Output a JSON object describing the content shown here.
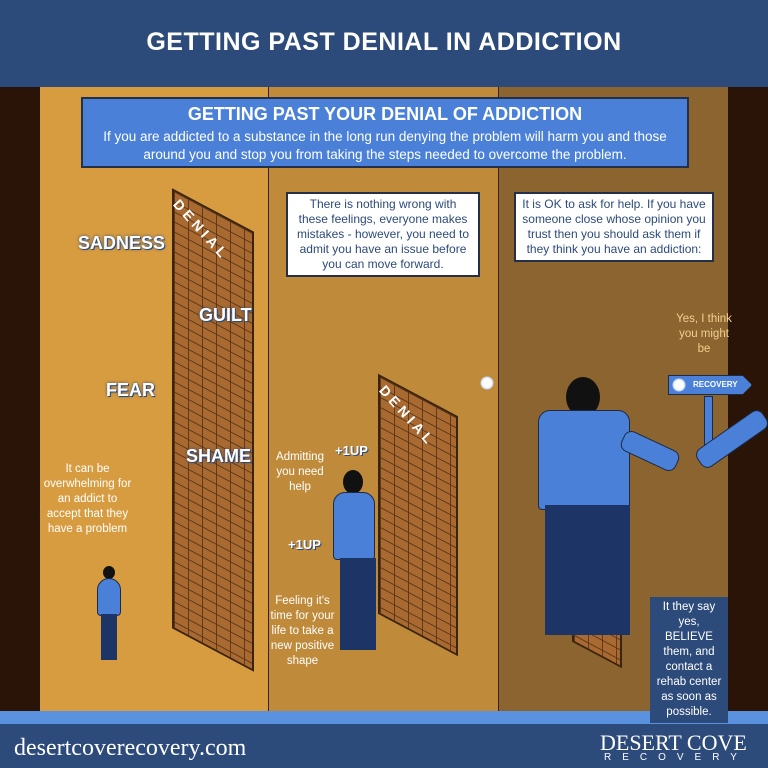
{
  "header": {
    "title": "GETTING PAST DENIAL IN ADDICTION"
  },
  "intro": {
    "title": "GETTING PAST YOUR DENIAL OF ADDICTION",
    "text": "If you are addicted to a substance in the long run denying the problem will harm you and those around you and stop you from taking the steps needed to overcome the problem."
  },
  "panel1": {
    "wall_label": "DENIAL",
    "emotions": [
      "SADNESS",
      "GUILT",
      "FEAR",
      "SHAME"
    ],
    "note": "It can be overwhelming for an addict to accept that they have a problem"
  },
  "panel2": {
    "bubble": "There is nothing wrong with these feelings, everyone makes mistakes - however, you need to admit you have an issue before you can move forward.",
    "wall_label": "DENIAL",
    "up1": "+1UP",
    "note1": "Admitting you need help",
    "up2": "+1UP",
    "note2": "Feeling it's time for your life to take a new positive shape"
  },
  "panel3": {
    "bubble": "It is OK to ask for help. If you have someone close whose opinion you trust then you should ask them if they think you have an addiction:",
    "reply": "Yes, I think you might be",
    "sign": "RECOVERY",
    "note": "It they say yes, BELIEVE them, and contact a rehab center as soon as possible."
  },
  "footer": {
    "website": "desertcoverecovery.com",
    "logo_top": "DESERT COVE",
    "logo_bottom": "RECOVERY"
  },
  "colors": {
    "header": "#2c4a7a",
    "accent": "#4a80d8",
    "panel1": "#d89c40",
    "panel2": "#bf8a3a",
    "panel3": "#8c6430"
  }
}
